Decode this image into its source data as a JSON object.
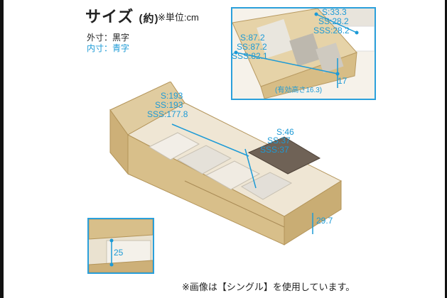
{
  "header": {
    "title": "サイズ",
    "title_suffix": "(約)",
    "unit_note": "※単位:cm",
    "legend_outer": "外寸：黒字",
    "legend_inner": "内寸：青字"
  },
  "drawer_inset": {
    "depth": [
      "S:33.3",
      "SS:28.2",
      "SSS:28.2"
    ],
    "width": [
      "S:87.2",
      "SS:87.2",
      "SSS:82.1"
    ],
    "height": "17",
    "effective_height": "(有効高さ16.3)"
  },
  "main_bed": {
    "length": [
      "S:193",
      "SS:193",
      "SSS:177.8"
    ],
    "width": [
      "S:46",
      "SS:37",
      "SSS:37"
    ],
    "height": "29.7"
  },
  "bottom_inset": {
    "height": "25"
  },
  "footer": {
    "note": "※画像は【シングル】を使用しています。"
  },
  "colors": {
    "accent_blue": "#1c9ad6",
    "inset_border": "#2ba0db",
    "wood": "#d9c08e"
  }
}
